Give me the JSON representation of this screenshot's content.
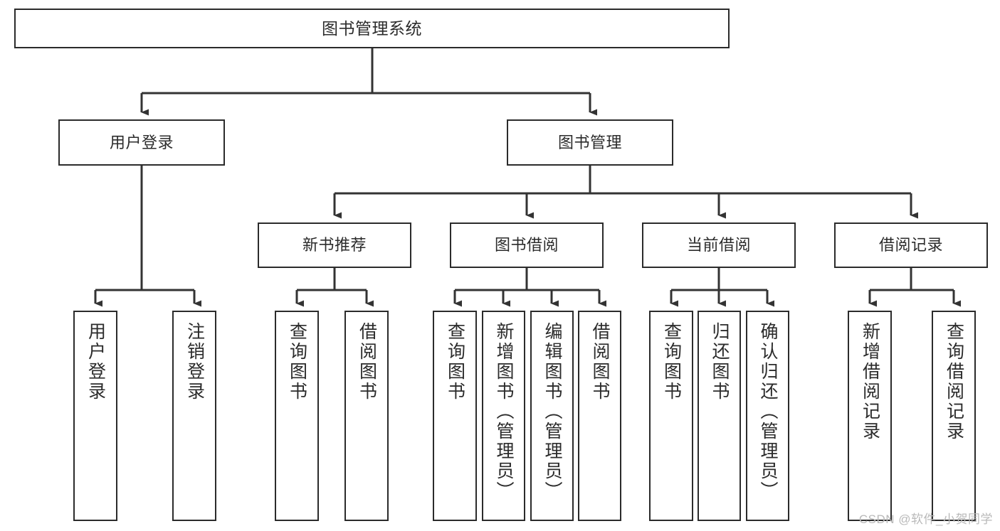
{
  "diagram": {
    "title": "图书管理系统",
    "type": "tree-structure-chart",
    "watermark": "CSDN @软件_小贺同学",
    "colors": {
      "box_border": "#2b2b2b",
      "box_fill": "#ffffff",
      "edge": "#333333",
      "text": "#2b2b2b",
      "watermark": "#b9b9b9"
    },
    "levels": {
      "root": {
        "label": "图书管理系统"
      },
      "level2": [
        {
          "id": "user-login",
          "label": "用户登录"
        },
        {
          "id": "book-manage",
          "label": "图书管理"
        }
      ],
      "level3": [
        {
          "id": "new-book-recommend",
          "label": "新书推荐",
          "parent": "book-manage"
        },
        {
          "id": "book-borrow",
          "label": "图书借阅",
          "parent": "book-manage"
        },
        {
          "id": "current-borrow",
          "label": "当前借阅",
          "parent": "book-manage"
        },
        {
          "id": "borrow-record",
          "label": "借阅记录",
          "parent": "book-manage"
        }
      ],
      "leaves": [
        {
          "id": "leaf-user-login",
          "label": "用户登录",
          "parent": "user-login"
        },
        {
          "id": "leaf-user-logout",
          "label": "注销登录",
          "parent": "user-login"
        },
        {
          "id": "leaf-query-book-1",
          "label": "查询图书",
          "parent": "new-book-recommend"
        },
        {
          "id": "leaf-borrow-book-1",
          "label": "借阅图书",
          "parent": "new-book-recommend"
        },
        {
          "id": "leaf-query-book-2",
          "label": "查询图书",
          "parent": "book-borrow"
        },
        {
          "id": "leaf-add-book",
          "label": "新增图书（管理员）",
          "parent": "book-borrow"
        },
        {
          "id": "leaf-edit-book",
          "label": "编辑图书（管理员）",
          "parent": "book-borrow"
        },
        {
          "id": "leaf-borrow-book-2",
          "label": "借阅图书",
          "parent": "book-borrow"
        },
        {
          "id": "leaf-query-book-3",
          "label": "查询图书",
          "parent": "current-borrow"
        },
        {
          "id": "leaf-return-book",
          "label": "归还图书",
          "parent": "current-borrow"
        },
        {
          "id": "leaf-confirm-return",
          "label": "确认归还（管理员）",
          "parent": "current-borrow"
        },
        {
          "id": "leaf-add-record",
          "label": "新增借阅记录",
          "parent": "borrow-record"
        },
        {
          "id": "leaf-query-record",
          "label": "查询借阅记录",
          "parent": "borrow-record"
        }
      ]
    }
  }
}
